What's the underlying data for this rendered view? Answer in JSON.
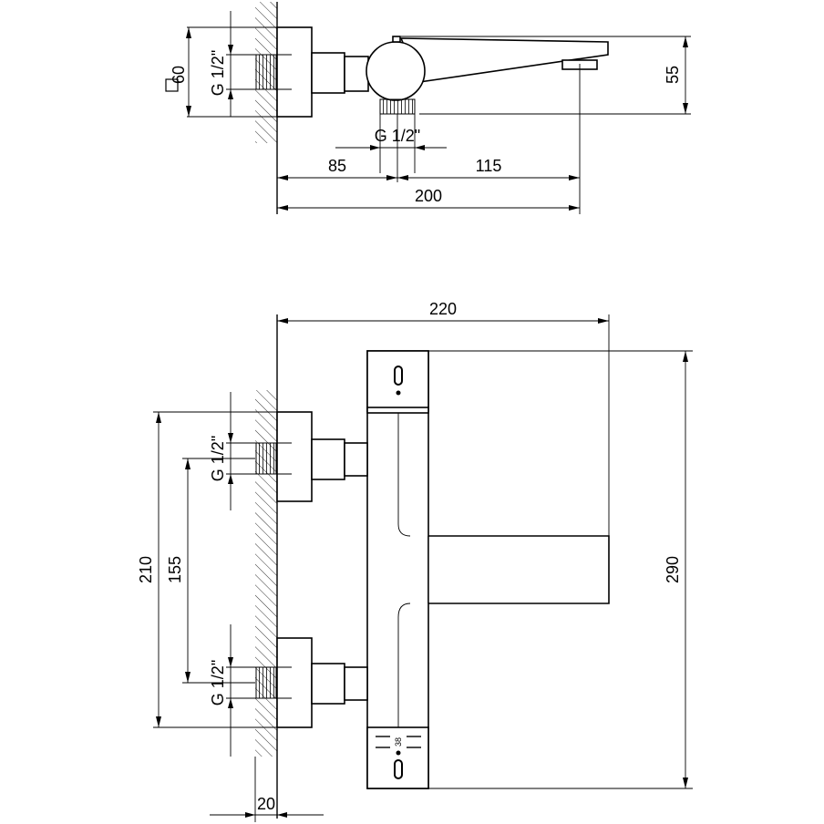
{
  "top_view": {
    "square_label": "60",
    "thread_left": "G 1/2\"",
    "thread_bottom": "G 1/2\"",
    "dim_85": "85",
    "dim_115": "115",
    "dim_200": "200",
    "dim_55": "55"
  },
  "front_view": {
    "dim_220": "220",
    "dim_290": "290",
    "dim_210": "210",
    "dim_155": "155",
    "thread_upper": "G 1/2\"",
    "thread_lower": "G 1/2\"",
    "dim_20": "20",
    "dial_label": "38"
  }
}
